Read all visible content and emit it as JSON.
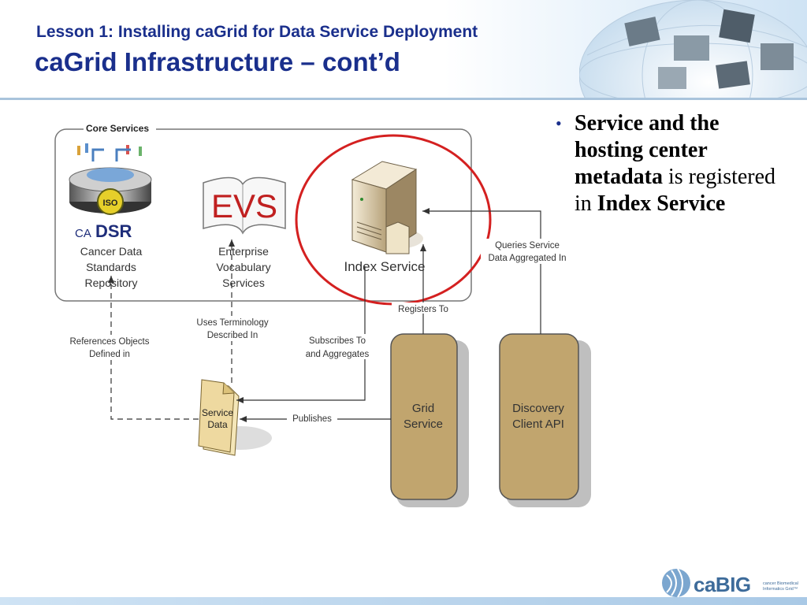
{
  "header": {
    "lesson": "Lesson 1: Installing caGrid for Data Service Deployment",
    "title": "caGrid Infrastructure – cont’d"
  },
  "bullet": {
    "line1": "Service and the",
    "line2": "hosting center",
    "line3_bold": "metadata",
    "line3_rest": " is registered",
    "line4_prefix": "in ",
    "line4_bold": "Index Service"
  },
  "diagram": {
    "core_services_label": "Core Services",
    "cadsr_logo_prefix": "CA",
    "cadsr_logo_main": "DSR",
    "iso_badge": "ISO",
    "cadsr_caption": [
      "Cancer Data",
      "Standards",
      "Repository"
    ],
    "evs_logo": "EVS",
    "evs_caption": [
      "Enterprise",
      "Vocabulary",
      "Services"
    ],
    "index_caption": "Index Service",
    "service_data": [
      "Service",
      "Data"
    ],
    "grid_service": [
      "Grid",
      "Service"
    ],
    "discovery_client": [
      "Discovery",
      "Client API"
    ],
    "edges": {
      "queries": [
        "Queries Service",
        "Data Aggregated In"
      ],
      "registers": "Registers To",
      "subscribes": [
        "Subscribes To",
        "and Aggregates"
      ],
      "uses_terminology": [
        "Uses Terminology",
        "Described In"
      ],
      "references": [
        "References Objects",
        "Defined in"
      ],
      "publishes": "Publishes"
    }
  },
  "footer": {
    "logo_text": "caBIG",
    "logo_sub": "cancer Biomedical Informatics Grid™"
  },
  "colors": {
    "title_blue": "#1a2f8c",
    "highlight_red": "#d42020",
    "component_tan": "#c1a56e"
  }
}
